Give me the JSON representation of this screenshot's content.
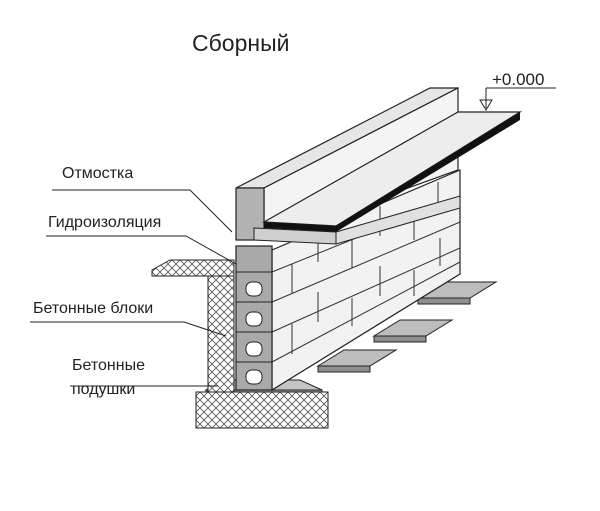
{
  "title": "Сборный",
  "elevation_mark": "+0.000",
  "labels": {
    "otmostka": "Отмостка",
    "gidroizolyaciya": "Гидроизоляция",
    "betonnye_bloki": "Бетонные блоки",
    "betonnye_podushki_line1": "Бетонные",
    "betonnye_podushki_line2": "подушки"
  }
}
